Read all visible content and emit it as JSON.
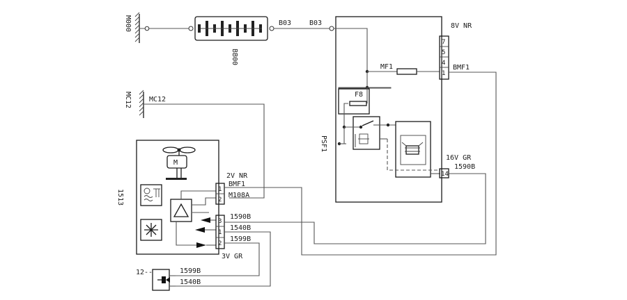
{
  "ground_labels": {
    "m000": "M000",
    "mc12_side": "MC12",
    "mc12_top": "MC12"
  },
  "battery": {
    "label": "BB00",
    "out_wire": "B03"
  },
  "psf1": {
    "label": "PSF1",
    "in_wire": "B03",
    "conn_top": {
      "label": "8V NR",
      "pins": [
        "7",
        "5",
        "4",
        "1"
      ]
    },
    "fuse": {
      "wire": "MF1",
      "out_wire": "BMF1"
    },
    "relay_fuse": "F8",
    "conn_bottom": {
      "label": "16V GR",
      "pin": "14",
      "wire": "1590B"
    }
  },
  "ecu": {
    "label": "1513",
    "conn_a": {
      "label": "2V NR",
      "pins": [
        "1",
        "2"
      ],
      "wires": [
        "BMF1",
        "M108A"
      ]
    },
    "conn_b": {
      "pins": [
        "3",
        "1",
        "2"
      ],
      "wires": [
        "1590B",
        "1540B",
        "1599B"
      ],
      "label": "3V GR"
    }
  },
  "sensor": {
    "label": "12--",
    "wires": [
      "1599B",
      "1540B"
    ]
  }
}
